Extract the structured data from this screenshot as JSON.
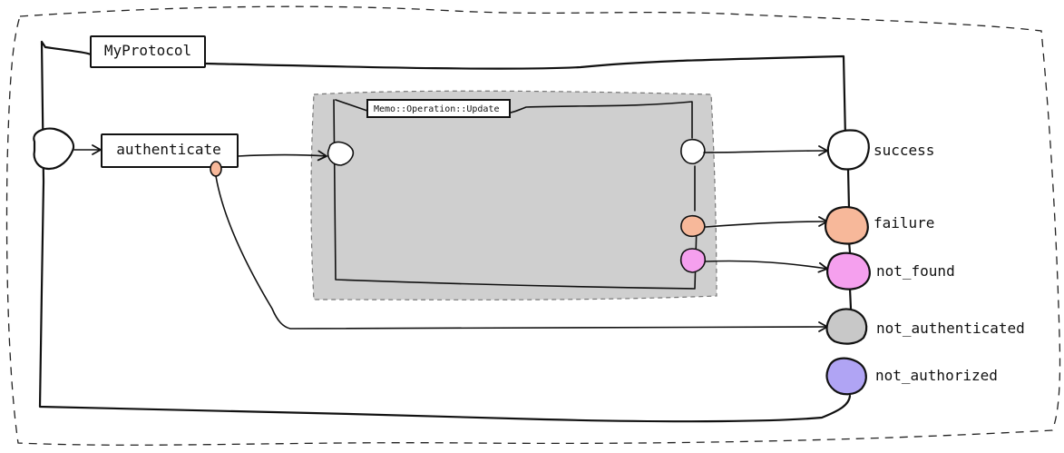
{
  "diagram": {
    "protocol_label": "MyProtocol",
    "step_label": "authenticate",
    "nested_label": "Memo::Operation::Update",
    "termini": [
      {
        "label": "success",
        "color": "#ffffff"
      },
      {
        "label": "failure",
        "color": "#f7b89a"
      },
      {
        "label": "not_found",
        "color": "#f5a0ee"
      },
      {
        "label": "not_authenticated",
        "color": "#c8c8c8"
      },
      {
        "label": "not_authorized",
        "color": "#b0a4f4"
      }
    ],
    "colors": {
      "nested_fill": "#cfcfcf",
      "step_failure_port": "#f7b89a",
      "nested_failure_port": "#f7b89a",
      "nested_not_found_port": "#f5a0ee",
      "start_port": "#ffffff"
    }
  }
}
